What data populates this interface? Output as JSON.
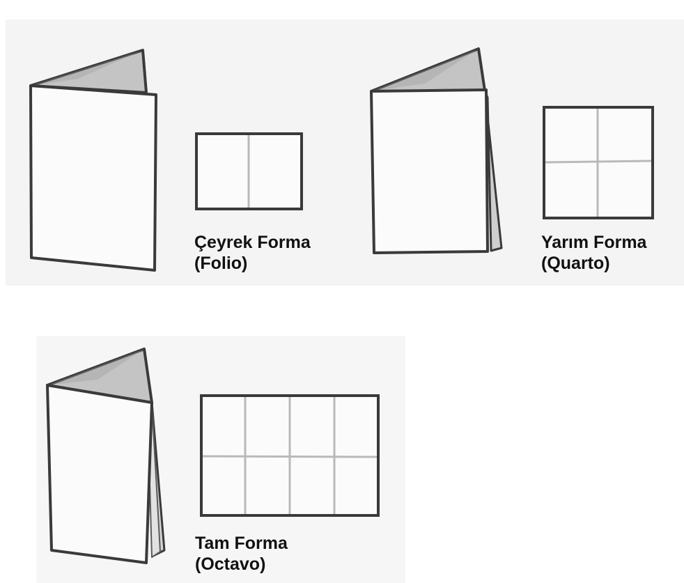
{
  "forms": [
    {
      "name": "Çeyrek Forma",
      "alt": "(Folio)",
      "grid": {
        "cols": 2,
        "rows": 1
      }
    },
    {
      "name": "Yarım Forma",
      "alt": "(Quarto)",
      "grid": {
        "cols": 2,
        "rows": 2
      }
    },
    {
      "name": "Tam Forma",
      "alt": "(Octavo)",
      "grid": {
        "cols": 4,
        "rows": 2
      }
    }
  ],
  "colors": {
    "outline": "#3a3a3a",
    "sheet": "#fbfbfb",
    "fold_shade": "#bdbdbd",
    "grid_line": "#b9b9b9",
    "background": "#f4f4f4"
  }
}
